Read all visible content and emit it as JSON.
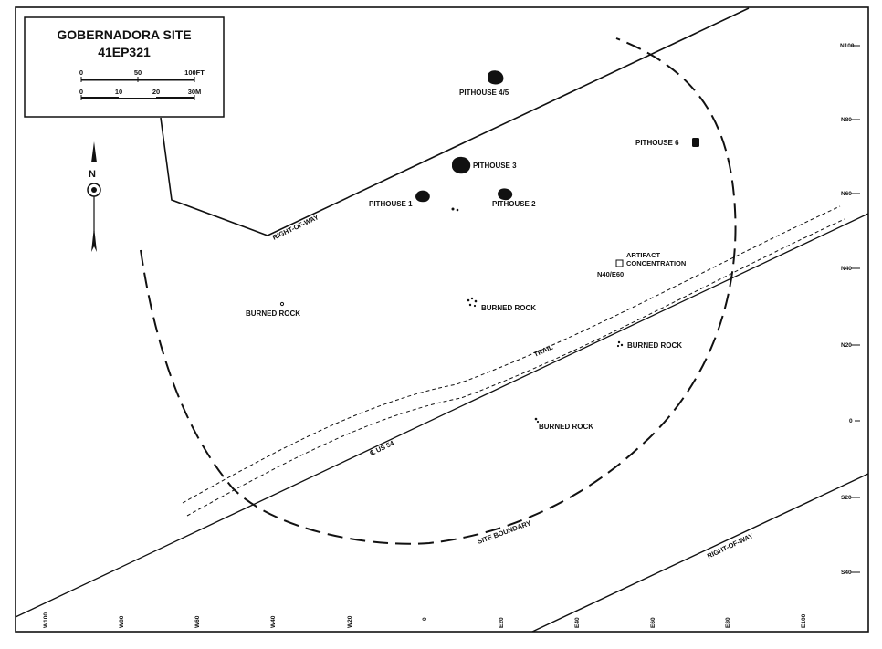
{
  "title_block": {
    "site_name": "GOBERNADORA SITE",
    "site_number": "41EP321",
    "scale_ft_labels": [
      "0",
      "50",
      "100FT"
    ],
    "scale_m_labels": [
      "0",
      "10",
      "20",
      "30M"
    ]
  },
  "north_arrow": {
    "label": "N"
  },
  "features": {
    "pithouse_45": "PITHOUSE 4/5",
    "pithouse_6": "PITHOUSE 6",
    "pithouse_3": "PITHOUSE 3",
    "pithouse_1": "PITHOUSE 1",
    "pithouse_2": "PITHOUSE 2",
    "artifact_line1": "ARTIFACT",
    "artifact_line2": "CONCENTRATION",
    "artifact_grid": "N40/E60",
    "burned_rock_a": "BURNED ROCK",
    "burned_rock_b": "BURNED ROCK",
    "burned_rock_c": "BURNED ROCK",
    "burned_rock_d": "BURNED ROCK"
  },
  "line_labels": {
    "right_of_way_top": "RIGHT-OF-WAY",
    "right_of_way_bottom": "RIGHT-OF-WAY",
    "trail": "TRAIL",
    "us54": "℄ US 54",
    "site_boundary": "SITE BOUNDARY"
  },
  "grid_north_labels": [
    "N100",
    "N80",
    "N60",
    "N40",
    "N20",
    "0",
    "S20",
    "S40"
  ],
  "grid_east_labels": [
    "W100",
    "W80",
    "W60",
    "W40",
    "W20",
    "0",
    "E20",
    "E40",
    "E60",
    "E80",
    "E100"
  ],
  "colors": {
    "ink": "#111111",
    "paper": "#ffffff"
  }
}
